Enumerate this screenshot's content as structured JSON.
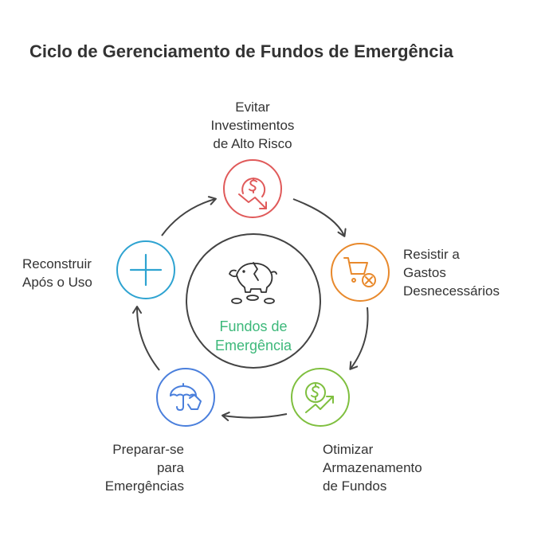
{
  "title": "Ciclo de Gerenciamento de Fundos de Emergência",
  "center": {
    "line1": "Fundos de",
    "line2": "Emergência"
  },
  "nodes": [
    {
      "id": "avoid",
      "lines": [
        "Evitar",
        "Investimentos",
        "de Alto Risco"
      ],
      "color": "#e05a5a",
      "icon": "coin-down-arrow-icon"
    },
    {
      "id": "resist",
      "lines": [
        "Resistir a",
        "Gastos",
        "Desnecessários"
      ],
      "color": "#e8892c",
      "icon": "cart-cancel-icon"
    },
    {
      "id": "optimize",
      "lines": [
        "Otimizar",
        "Armazenamento",
        "de Fundos"
      ],
      "color": "#7fbf3f",
      "icon": "coin-up-arrow-icon"
    },
    {
      "id": "prepare",
      "lines": [
        "Preparar-se",
        "para",
        "Emergências"
      ],
      "color": "#4a7fdc",
      "icon": "umbrella-hand-icon"
    },
    {
      "id": "rebuild",
      "lines": [
        "Reconstruir",
        "Após o Uso"
      ],
      "color": "#2ea3d1",
      "icon": "plus-icon"
    }
  ],
  "colors": {
    "arrow": "#444444",
    "center_ring": "#444444",
    "center_text": "#3db87a"
  }
}
